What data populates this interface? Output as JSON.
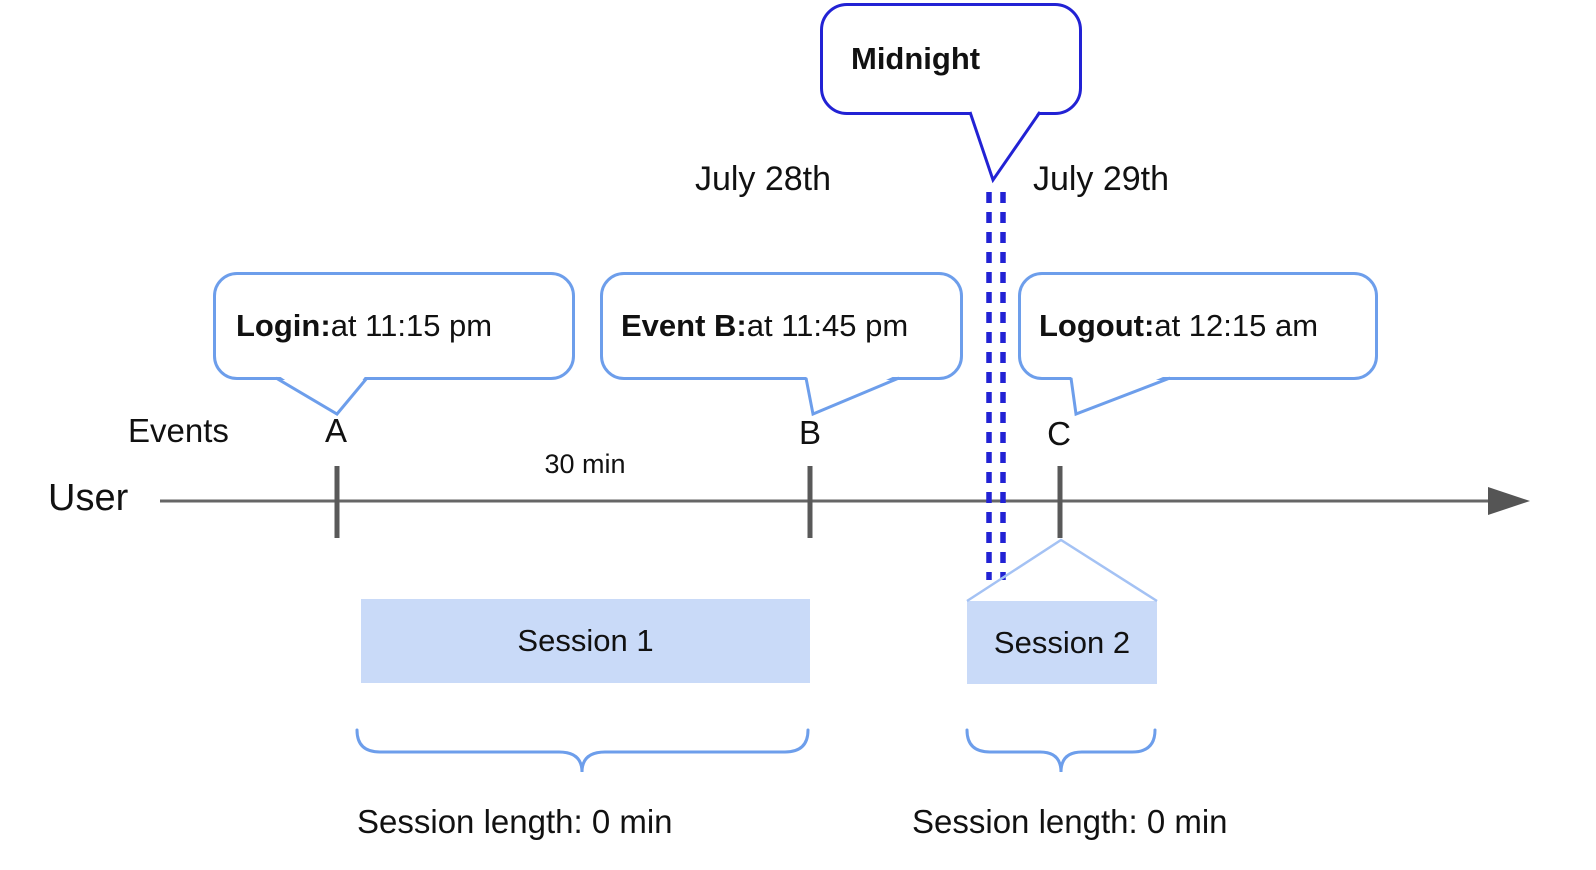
{
  "diagram": {
    "title_context": "user session timeline",
    "dates": {
      "left": "July 28th",
      "right": "July 29th"
    },
    "midnight_callout": {
      "label": "Midnight"
    },
    "event_callouts": {
      "login": {
        "bold": "Login:",
        "rest": " at 11:15 pm"
      },
      "eventb": {
        "bold": "Event B:",
        "rest": " at 11:45 pm"
      },
      "logout": {
        "bold": "Logout:",
        "rest": " at 12:15 am"
      }
    },
    "axis": {
      "events_label": "Events",
      "user_label": "User",
      "markers": [
        "A",
        "B",
        "C"
      ],
      "interval_label": "30 min"
    },
    "sessions": [
      {
        "label": "Session 1",
        "length_label": "Session length: 0 min"
      },
      {
        "label": "Session 2",
        "length_label": "Session length: 0 min"
      }
    ],
    "colors": {
      "midnight_blue": "#2222d4",
      "callout_blue": "#6d9eeb",
      "session_fill": "#c9daf8",
      "projection_light_blue": "#a4c2f4",
      "axis_gray": "#666666",
      "tick_gray": "#595959",
      "text_black": "#111111"
    }
  }
}
